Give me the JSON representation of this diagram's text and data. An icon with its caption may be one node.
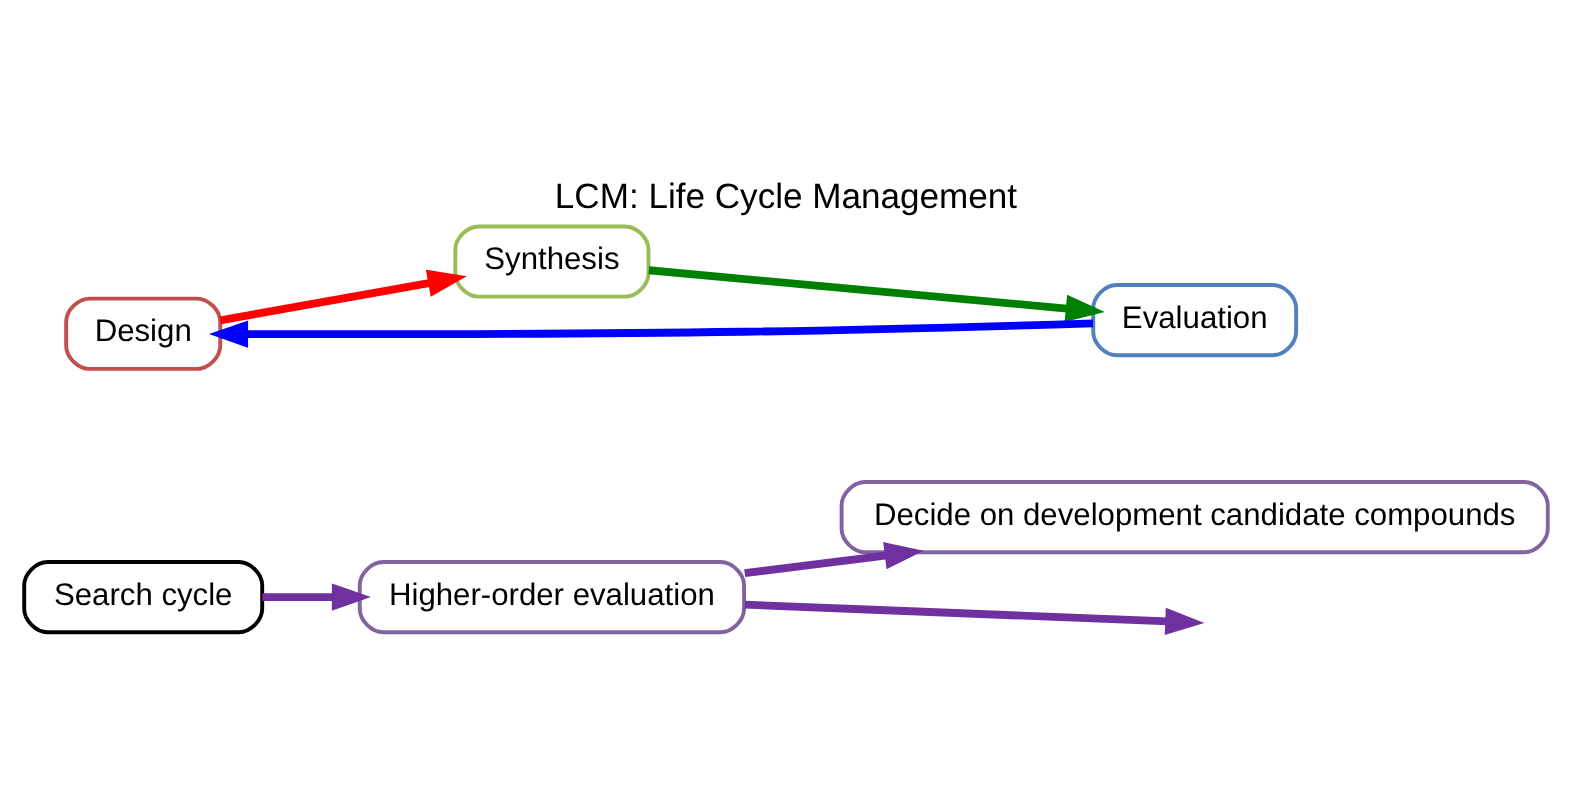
{
  "diagram": {
    "title": "LCM: Life Cycle Management",
    "nodes": [
      {
        "text": [
          "Search cycle"
        ]
      },
      {
        "text": [
          "Design"
        ]
      },
      {
        "text": [
          "Synthesis"
        ]
      },
      {
        "text": [
          "Evaluation"
        ]
      },
      {
        "text": [
          "Higher-order evaluation"
        ]
      },
      {
        "text": [
          "Decide on development candidate compounds"
        ]
      }
    ],
    "edges": [
      {
        "from": 1,
        "to": 2,
        "arrow": "to",
        "color": "#ff0000"
      },
      {
        "from": 2,
        "to": 3,
        "arrow": "to",
        "color": "#008000"
      },
      {
        "from": 3,
        "to": 1,
        "arrow": "to",
        "color": "#0000ff"
      },
      {
        "from": 0,
        "to": 4,
        "arrow": "to",
        "color": "#7030a0"
      },
      {
        "from": 4,
        "to": 5,
        "arrow": "to",
        "color": "#7030a0"
      },
      {
        "from": 4,
        "to": null,
        "arrow": "to",
        "color": "#7030a0"
      }
    ]
  }
}
